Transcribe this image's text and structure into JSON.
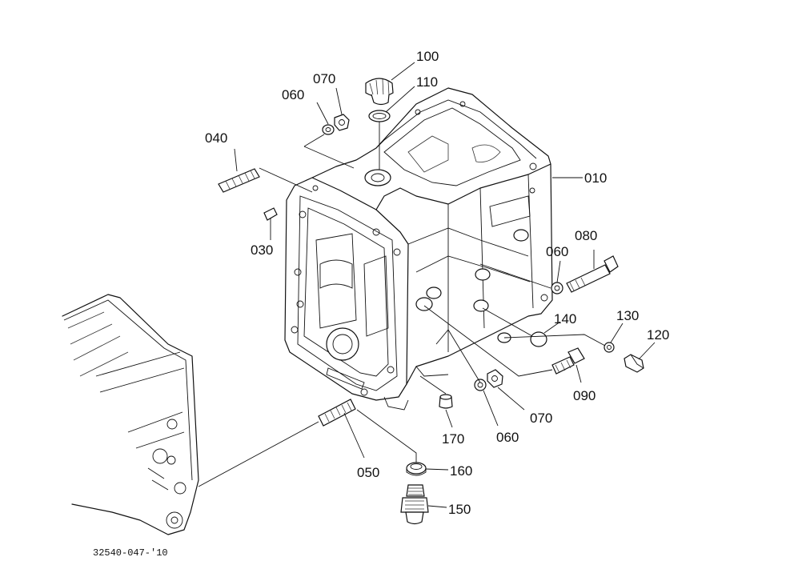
{
  "labels": {
    "p100": "100",
    "p110": "110",
    "p070a": "070",
    "p060a": "060",
    "p040": "040",
    "p010": "010",
    "p030": "030",
    "p080": "080",
    "p060b": "060",
    "p140": "140",
    "p130": "130",
    "p120": "120",
    "p090": "090",
    "p070b": "070",
    "p060c": "060",
    "p170": "170",
    "p050": "050",
    "p160": "160",
    "p150": "150"
  },
  "drawing_code": "32540-047-'10"
}
